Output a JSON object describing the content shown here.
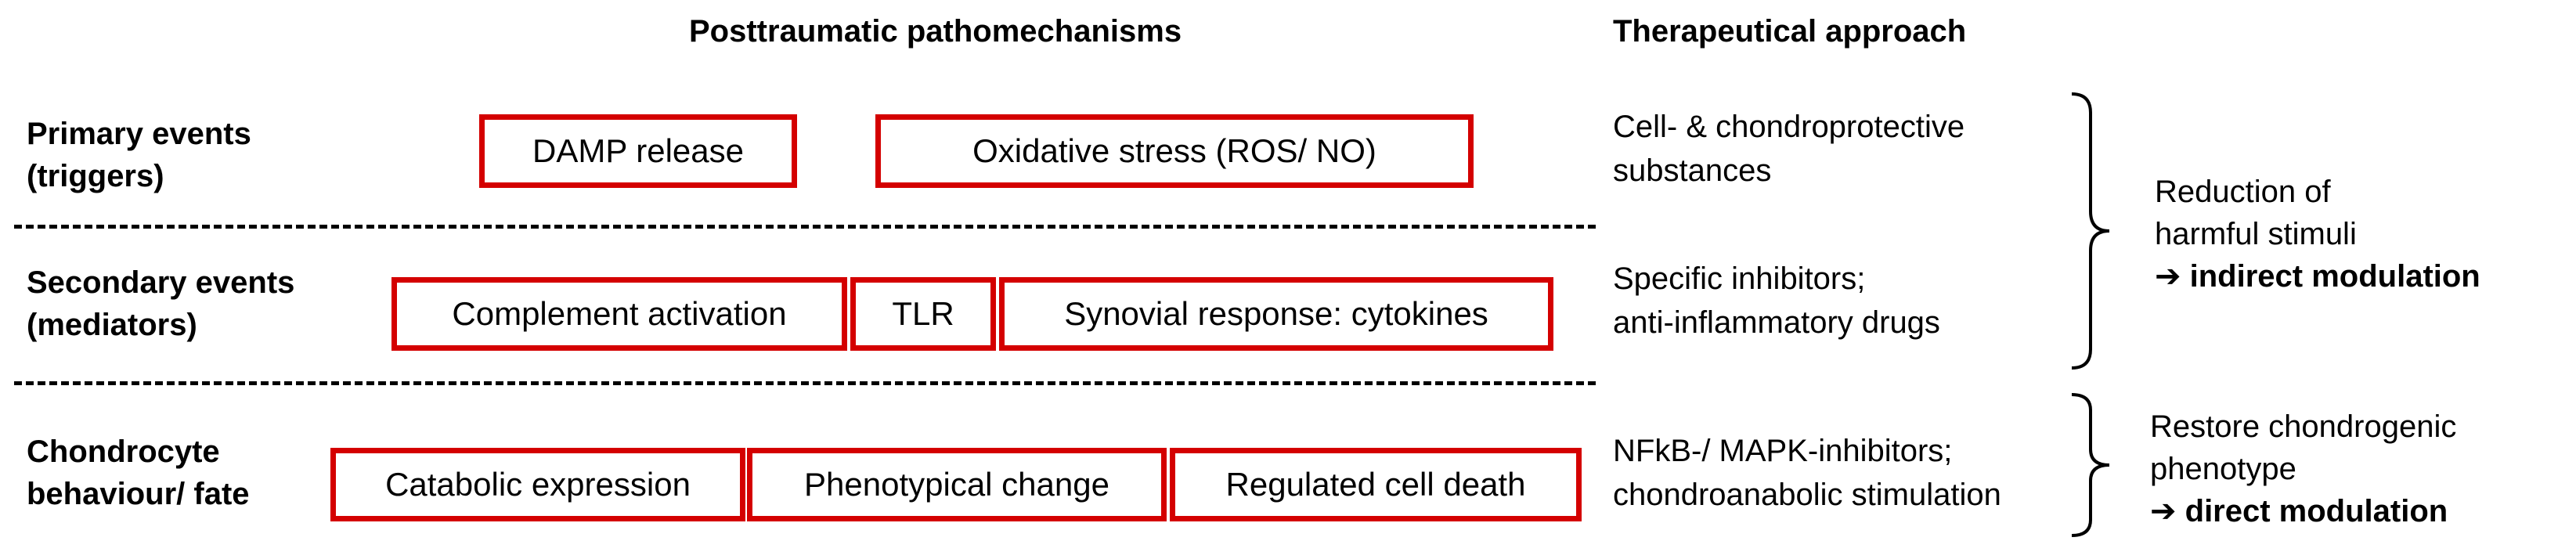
{
  "headers": {
    "pathomechanisms": "Posttraumatic pathomechanisms",
    "therapy": "Therapeutical approach"
  },
  "rows": [
    {
      "label_line1": "Primary events",
      "label_line2": "(triggers)",
      "boxes": [
        "DAMP release",
        "Oxidative stress (ROS/ NO)"
      ],
      "therapy_line1": "Cell- & chondroprotective",
      "therapy_line2": "substances"
    },
    {
      "label_line1": "Secondary events",
      "label_line2": "(mediators)",
      "boxes": [
        "Complement activation",
        "TLR",
        "Synovial response: cytokines"
      ],
      "therapy_line1": "Specific inhibitors;",
      "therapy_line2": "anti-inflammatory drugs"
    },
    {
      "label_line1": "Chondrocyte",
      "label_line2": "behaviour/ fate",
      "boxes": [
        "Catabolic expression",
        "Phenotypical change",
        "Regulated cell death"
      ],
      "therapy_line1": "NFkB-/ MAPK-inhibitors;",
      "therapy_line2": "chondroanabolic stimulation"
    }
  ],
  "effects": [
    {
      "line1": "Reduction of",
      "line2": "harmful stimuli",
      "line3": "➔ indirect modulation"
    },
    {
      "line1": "Restore chondrogenic",
      "line2": "phenotype",
      "line3": "➔ direct modulation"
    }
  ],
  "colors": {
    "box_border": "#d40000",
    "text": "#000000"
  }
}
